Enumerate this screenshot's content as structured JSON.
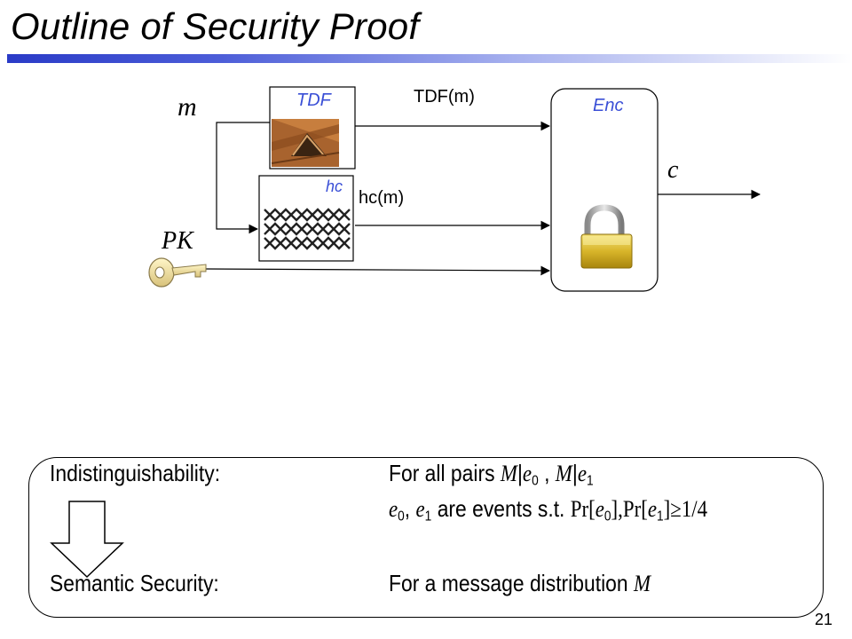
{
  "slide": {
    "title": "Outline of Security Proof",
    "page_number": "21",
    "accent_color": "#2a3bc7"
  },
  "diagram": {
    "input_m": "m",
    "input_pk": "PK",
    "tdf_box_label": "TDF",
    "hc_box_label": "hc",
    "enc_box_label": "Enc",
    "tdf_output": "TDF(m)",
    "hc_output": "hc(m)",
    "output_c": "c",
    "icons": [
      "trapdoor-image",
      "chain-link-image",
      "key-icon",
      "padlock-icon"
    ]
  },
  "summary": {
    "row1_label": "Indistinguishability:",
    "row1_text": "For all pairs",
    "row2_text": "are events s.t.",
    "row3_label": "Semantic Security:",
    "row3_text": "For a message distribution"
  }
}
